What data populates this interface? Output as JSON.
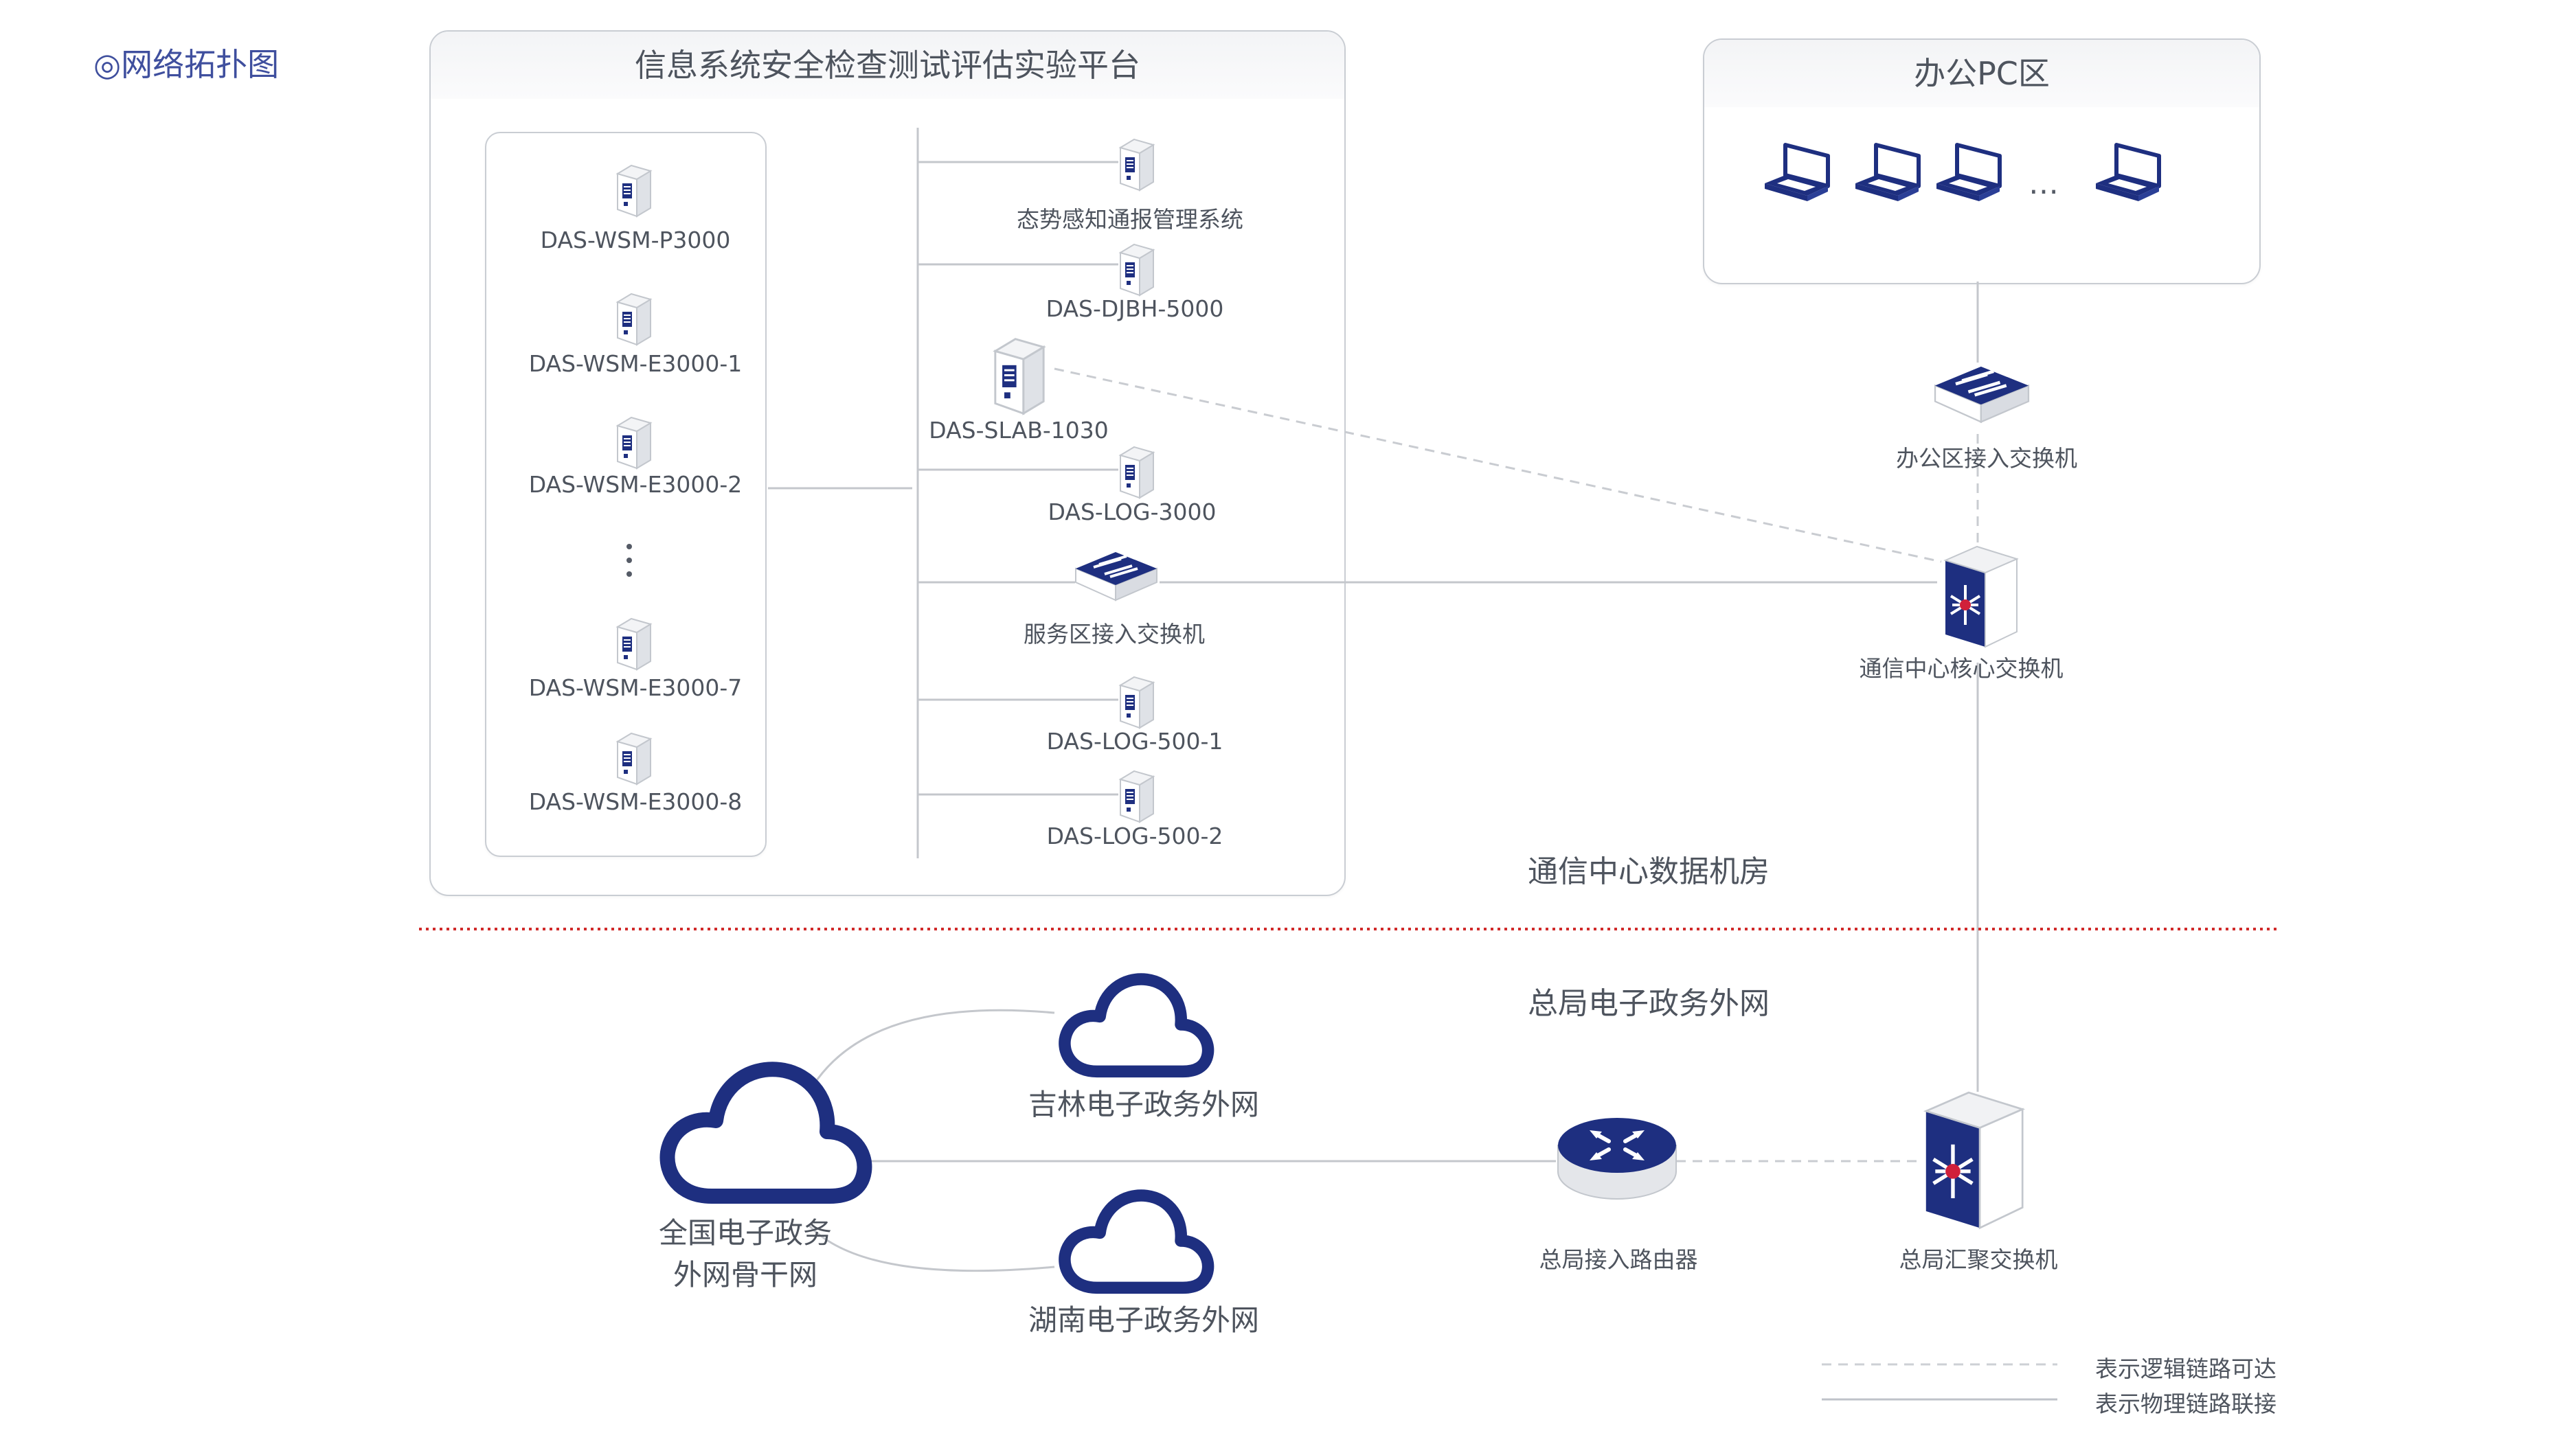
{
  "heading": "◎网络拓扑图",
  "platform": {
    "title": "信息系统安全检查测试评估实验平台",
    "left_servers": [
      "DAS-WSM-P3000",
      "DAS-WSM-E3000-1",
      "DAS-WSM-E3000-2",
      "DAS-WSM-E3000-7",
      "DAS-WSM-E3000-8"
    ],
    "right_devices": {
      "situation": "态势感知通报管理系统",
      "djbh": "DAS-DJBH-5000",
      "slab": "DAS-SLAB-1030",
      "log3000": "DAS-LOG-3000",
      "service_switch": "服务区接入交换机",
      "log500_1": "DAS-LOG-500-1",
      "log500_2": "DAS-LOG-500-2"
    }
  },
  "office": {
    "title": "办公PC区",
    "ellipsis": "…",
    "access_switch": "办公区接入交换机"
  },
  "core_switch": "通信中心核心交换机",
  "zones": {
    "data_center": "通信中心数据机房",
    "extranet": "总局电子政务外网"
  },
  "clouds": {
    "backbone_line1": "全国电子政务",
    "backbone_line2": "外网骨干网",
    "jilin": "吉林电子政务外网",
    "hunan": "湖南电子政务外网"
  },
  "router": "总局接入路由器",
  "aggregation_switch": "总局汇聚交换机",
  "legend": {
    "logical": "表示逻辑链路可达",
    "physical": "表示物理链路联接"
  },
  "colors": {
    "navy": "#1e2f80",
    "line": "#c4c7cc",
    "divider": "#d02a2a",
    "text": "#4e545e"
  }
}
